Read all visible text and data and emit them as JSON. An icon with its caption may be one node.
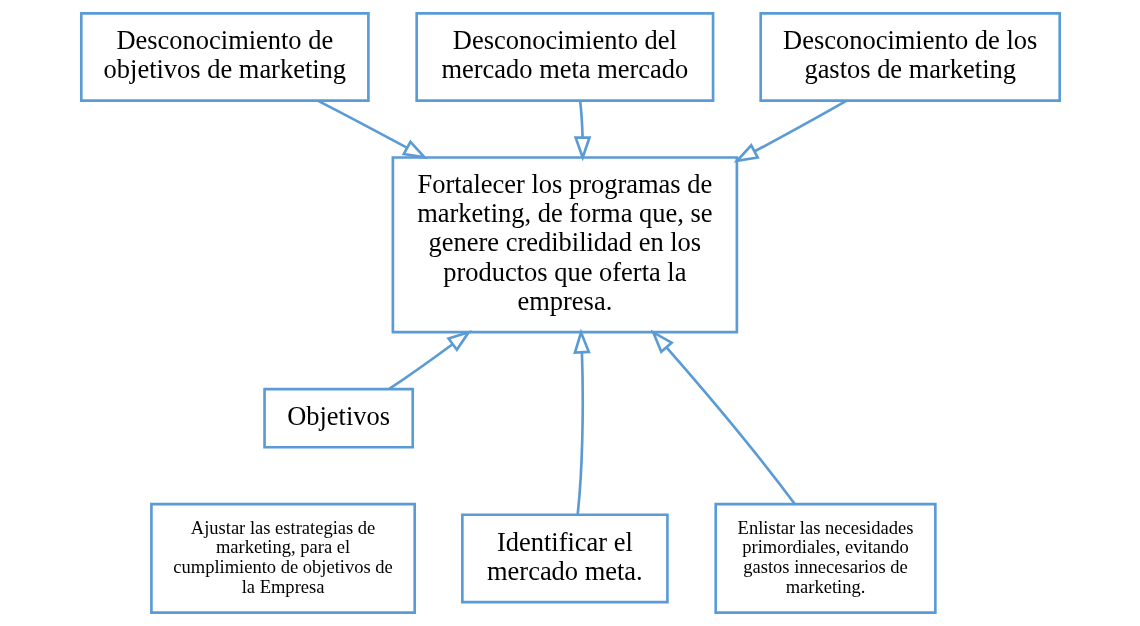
{
  "diagram": {
    "nodes": [
      {
        "text": [
          "Desconocimiento de objetivos de marketing"
        ]
      },
      {
        "text": [
          "Desconocimiento del mercado meta mercado"
        ]
      },
      {
        "text": [
          "Desconocimiento de los gastos de marketing"
        ]
      },
      {
        "text": [
          "Fortalecer los programas de marketing, de forma que, se genere credibilidad en los productos que oferta la empresa."
        ]
      },
      {
        "text": [
          "Objetivos"
        ]
      },
      {
        "text": [
          "Ajustar las estrategias de marketing, para el cumplimiento de objetivos de la Empresa"
        ]
      },
      {
        "text": [
          "Identificar el mercado meta."
        ]
      },
      {
        "text": [
          "Enlistar las necesidades primordiales, evitando gastos innecesarios de marketing."
        ]
      }
    ],
    "edges": [
      {
        "from": 1,
        "to": 3,
        "arrow": "to"
      },
      {
        "from": 0,
        "to": 3,
        "arrow": "to"
      },
      {
        "from": 4,
        "to": 3,
        "arrow": "to"
      },
      {
        "from": 2,
        "to": 3,
        "arrow": "to"
      },
      {
        "from": 7,
        "to": 3,
        "arrow": "to"
      },
      {
        "from": 6,
        "to": 3,
        "arrow": "to"
      }
    ]
  }
}
